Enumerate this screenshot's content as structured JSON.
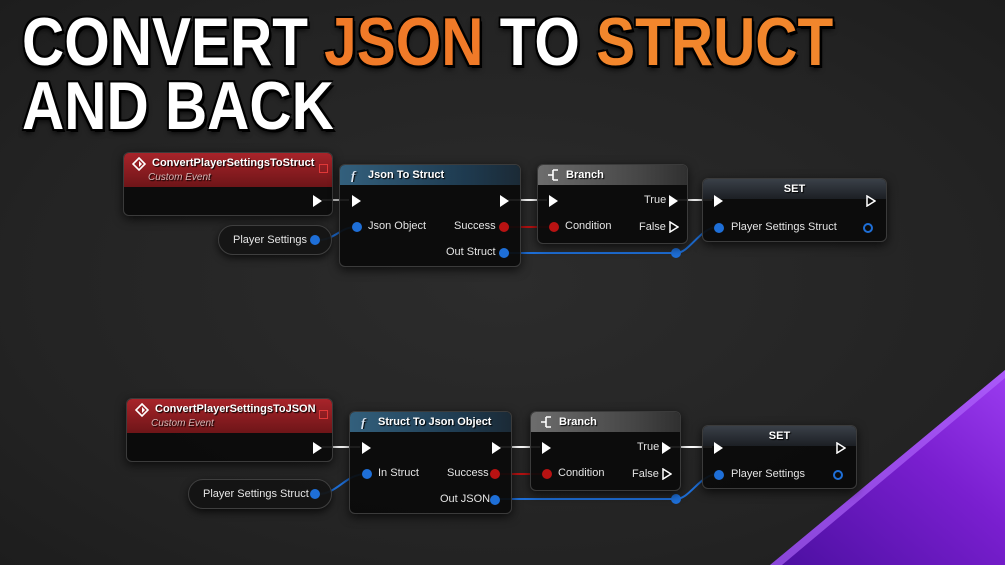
{
  "title": {
    "line1_w1": "CONVERT",
    "line1_w2": "JSON",
    "line1_w3": "TO",
    "line1_w4": "STRUCT",
    "line2": "AND BACK"
  },
  "colors": {
    "title_highlight": "#f07a28",
    "event_header": "#a8242a",
    "func_header": "#33607d",
    "branch_header": "#6d6d6d",
    "struct_pin": "#1e6fd8",
    "bool_pin": "#b81212",
    "accent_purple": "#7a1fd0"
  },
  "graph1": {
    "event": {
      "title": "ConvertPlayerSettingsToStruct",
      "subtitle": "Custom Event",
      "icon": "event-diamond-icon"
    },
    "var": {
      "label": "Player Settings"
    },
    "func": {
      "title": "Json To Struct",
      "icon": "function-icon",
      "in_label": "Json Object",
      "success": "Success",
      "out_label": "Out Struct"
    },
    "branch": {
      "title": "Branch",
      "icon": "branch-icon",
      "condition": "Condition",
      "true_label": "True",
      "false_label": "False"
    },
    "set": {
      "title": "SET",
      "pin_label": "Player Settings Struct"
    }
  },
  "graph2": {
    "event": {
      "title": "ConvertPlayerSettingsToJSON",
      "subtitle": "Custom Event",
      "icon": "event-diamond-icon"
    },
    "var": {
      "label": "Player Settings Struct"
    },
    "func": {
      "title": "Struct To Json Object",
      "icon": "function-icon",
      "in_label": "In Struct",
      "success": "Success",
      "out_label": "Out JSON"
    },
    "branch": {
      "title": "Branch",
      "icon": "branch-icon",
      "condition": "Condition",
      "true_label": "True",
      "false_label": "False"
    },
    "set": {
      "title": "SET",
      "pin_label": "Player Settings"
    }
  }
}
